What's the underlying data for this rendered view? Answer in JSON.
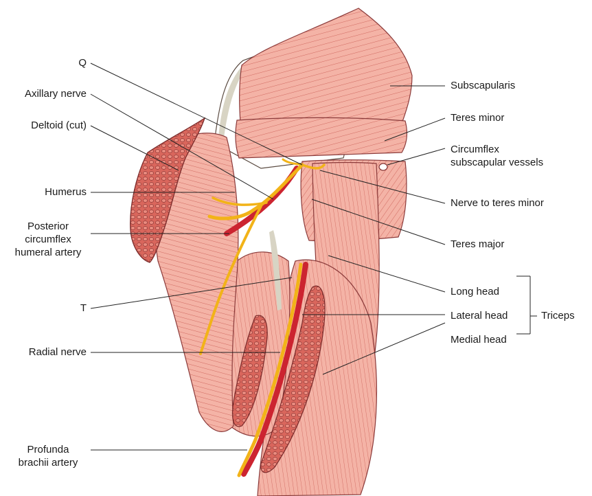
{
  "labels": {
    "q": "Q",
    "axillary_nerve": "Axillary nerve",
    "deltoid_cut": "Deltoid (cut)",
    "humerus": "Humerus",
    "posterior_circumflex_1": "Posterior",
    "posterior_circumflex_2": "circumflex",
    "posterior_circumflex_3": "humeral artery",
    "t": "T",
    "radial_nerve": "Radial nerve",
    "profunda_1": "Profunda",
    "profunda_2": "brachii artery",
    "subscapularis": "Subscapularis",
    "teres_minor": "Teres minor",
    "circumflex_1": "Circumflex",
    "circumflex_2": "subscapular vessels",
    "nerve_to_teres_minor": "Nerve to teres minor",
    "teres_major": "Teres major",
    "long_head": "Long head",
    "lateral_head": "Lateral head",
    "medial_head": "Medial head",
    "triceps": "Triceps"
  },
  "colors": {
    "muscle": "#f4b3a6",
    "muscle_line": "#cc6058",
    "outline": "#8a3a3a",
    "cut_muscle": "#d9665c",
    "bone": "#ffffff",
    "cartilage": "#d8d4c4",
    "nerve": "#f2b318",
    "artery": "#cc2430",
    "leader": "#222222"
  }
}
